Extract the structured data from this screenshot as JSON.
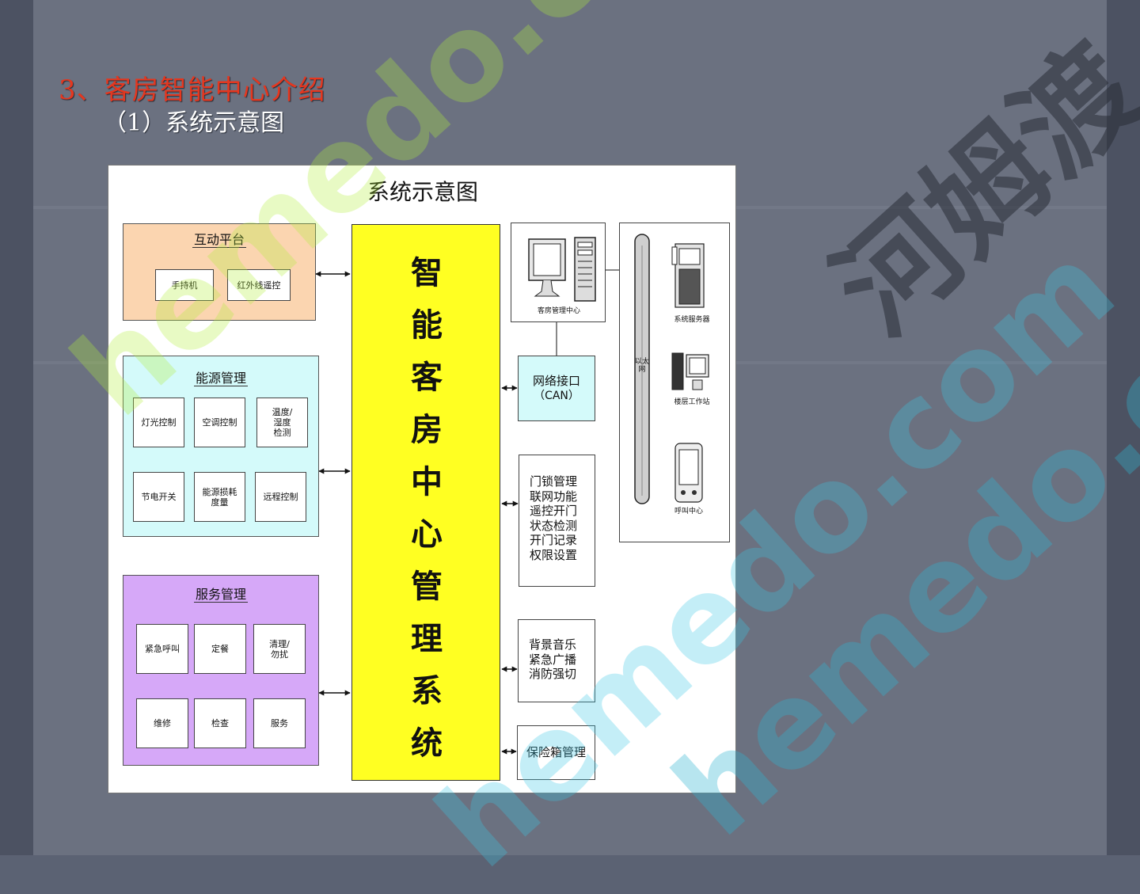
{
  "slide": {
    "heading": "3、客房智能中心介绍",
    "subheading": "（1）系统示意图"
  },
  "diagram": {
    "title": "系统示意图",
    "groups": {
      "interactive": {
        "title": "互动平台",
        "items": [
          "手持机",
          "红外线遥控"
        ],
        "color": "#fbd5b0"
      },
      "energy": {
        "title": "能源管理",
        "items": [
          "灯光控制",
          "空调控制",
          "温度/\n湿度\n检测",
          "节电开关",
          "能源损耗\n度量",
          "远程控制"
        ],
        "color": "#d4fafa"
      },
      "service": {
        "title": "服务管理",
        "items": [
          "紧急呼叫",
          "定餐",
          "清理/\n勿扰",
          "维修",
          "检查",
          "服务"
        ],
        "color": "#d6a8f8"
      }
    },
    "core": {
      "chars": [
        "智",
        "能",
        "客",
        "房",
        "中",
        "心",
        "管",
        "理",
        "系",
        "统"
      ],
      "color": "#ffff22"
    },
    "right": {
      "room_center_label": "客房管理中心",
      "network_lines": [
        "网络接口",
        "（CAN）"
      ],
      "network_color": "#d4fafa",
      "lock_lines": [
        "门锁管理",
        "联网功能",
        "遥控开门",
        "状态检测",
        "开门记录",
        "权限设置"
      ],
      "music_lines": [
        "背景音乐",
        "紧急广播",
        "消防强切"
      ],
      "safe_label": "保险箱管理"
    },
    "network": {
      "bus_label": "以太网",
      "server_label": "系统服务器",
      "workstation_label": "楼层工作站",
      "call_center_label": "呼叫中心"
    }
  },
  "watermark": {
    "text": "hemedo.com",
    "brand_cn": "河姆渡"
  },
  "colors": {
    "heading": "#e5371f",
    "background": "#6b7180"
  }
}
